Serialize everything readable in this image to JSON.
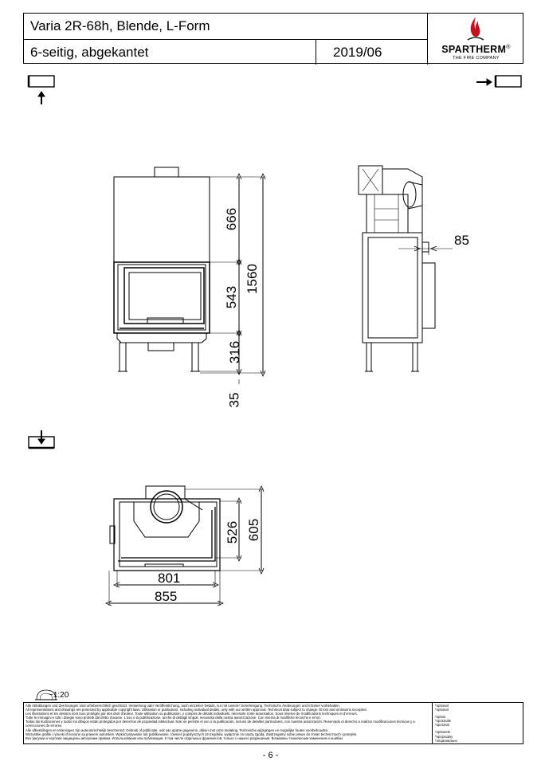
{
  "header": {
    "title": "Varia 2R-68h, Blende, L-Form",
    "subtitle": "6-seitig, abgekantet",
    "date": "2019/06"
  },
  "logo": {
    "name": "SPARTHERM",
    "registered": "®",
    "tagline": "THE FIRE COMPANY"
  },
  "front_view": {
    "dims": [
      "666",
      "543",
      "316",
      "35",
      "1560"
    ]
  },
  "side_view": {
    "dims": [
      "85"
    ]
  },
  "top_view": {
    "dims": [
      "526",
      "605",
      "801",
      "855"
    ]
  },
  "scale": "~1:20",
  "disclaimer": {
    "lines": [
      "Alle Abbildungen und Zeichnungen sind urheberrechtlich geschützt. Verwertung oder Veröffentlichung, auch einzelner Details, nur mit unserer Genehmigung. Technische Änderungen und Irrtümer vorbehalten.",
      "All representations and drawings are protected by applicable copyright laws. Utilisation or publication, including individual details, only with our written approval. Technical data subject to change. Errors and omissions excepted.",
      "Les illustrations et les dessins sont tous protégés par des droit d'auteur. Toute utilisation ou publication, y compris de détails individuels, nécessite notre autorisation. Sous réserve de modifications techniques et d'erreurs.",
      "Tutte le immagini e tutti i disegni sono protetti dal diritto d'autore. L'uso o la pubblicazione, anche di dettagli singoli, necessita della nostra autorizzazione. Con riserva di modifiche tecniche e errori.",
      "Todas las ilustraciones y todos los dibujos están protegidos por derechos de propiedad intelectual. Solo se permite el uso o la publicación, incluso de detalles particulares, con nuestra autorización. Reservado el derecho a realizar modificaciones técnicas y a correcciones de errores.",
      "Alle afbeeldingen en tekeningen zijn auteursrechtelijk beschermd. Gebruik of publicatie, ook van aparte gegevens, alleen met onze toelating. Technische wijzigingen en mogelijke fouten voorbehouden.",
      "Wszystkie grafiki i rysunki chronione są prawem autorskim. Wykorzystywanie lub publikowanie, również pojedynczych szczegółów, wyłącznie za naszą zgodą. Zastrzegamy sobie prawo do zmian technicznych i pomyłek.",
      "Все рисунки и чертежи защищены авторским правом. Использование или публикация, в том числе отдельных фрагментов, только с нашего разрешения. Возможны технические изменения и ошибки."
    ],
    "optional": [
      "*optional",
      "*optional",
      "*option",
      "*opzionale",
      "*opcional",
      "*optionele",
      "*opcjonalny",
      "*опционально"
    ]
  },
  "page_number": "- 6 -"
}
